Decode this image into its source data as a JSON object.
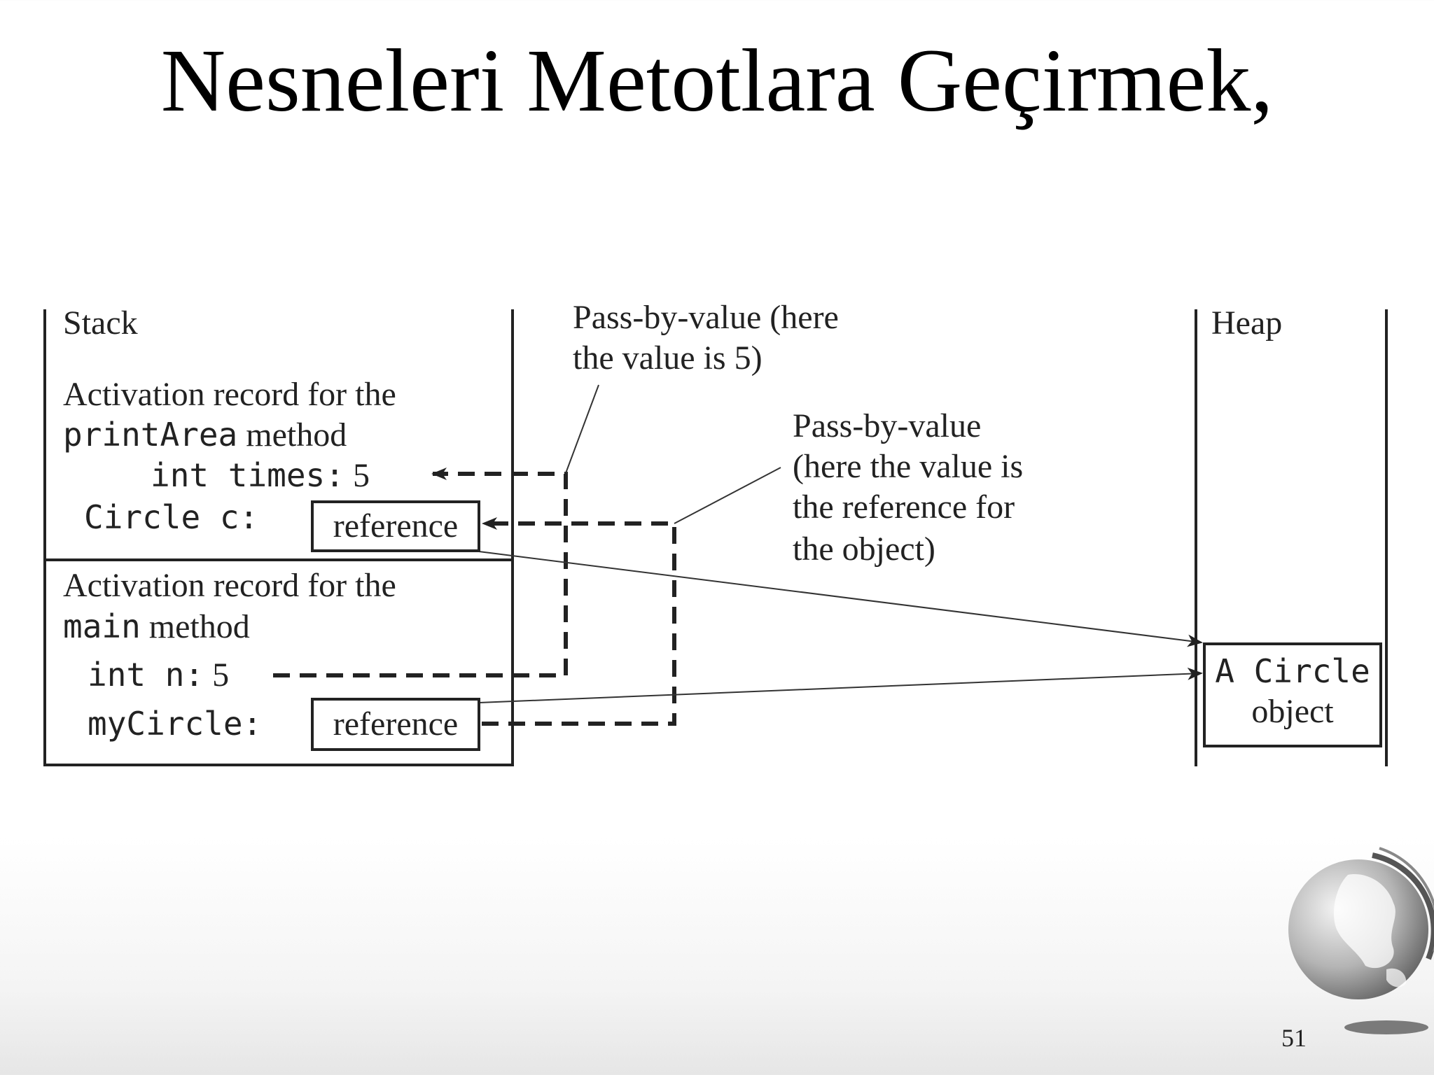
{
  "slide": {
    "title": "Nesneleri Metotlara Geçirmek,",
    "page_number": "51"
  },
  "diagram": {
    "stack_label": "Stack",
    "heap_label": "Heap",
    "print_area_record": {
      "line1": "Activation record for the",
      "method_name": "printArea",
      "method_word": "method",
      "times_decl": "int times:",
      "times_value": "5",
      "circle_decl": "Circle c:",
      "reference": "reference"
    },
    "main_record": {
      "line1": "Activation record for the",
      "method_name": "main",
      "method_word": "method",
      "n_decl": "int n:",
      "n_value": "5",
      "mycircle_decl": "myCircle:",
      "reference": "reference"
    },
    "callout_value": {
      "line1": "Pass-by-value (here",
      "line2": "the value is 5)"
    },
    "callout_reference": {
      "line1": "Pass-by-value",
      "line2": "(here the value is",
      "line3": "the reference for",
      "line4": "the object)"
    },
    "heap_object": {
      "class_name": "A Circle",
      "word": "object"
    }
  }
}
